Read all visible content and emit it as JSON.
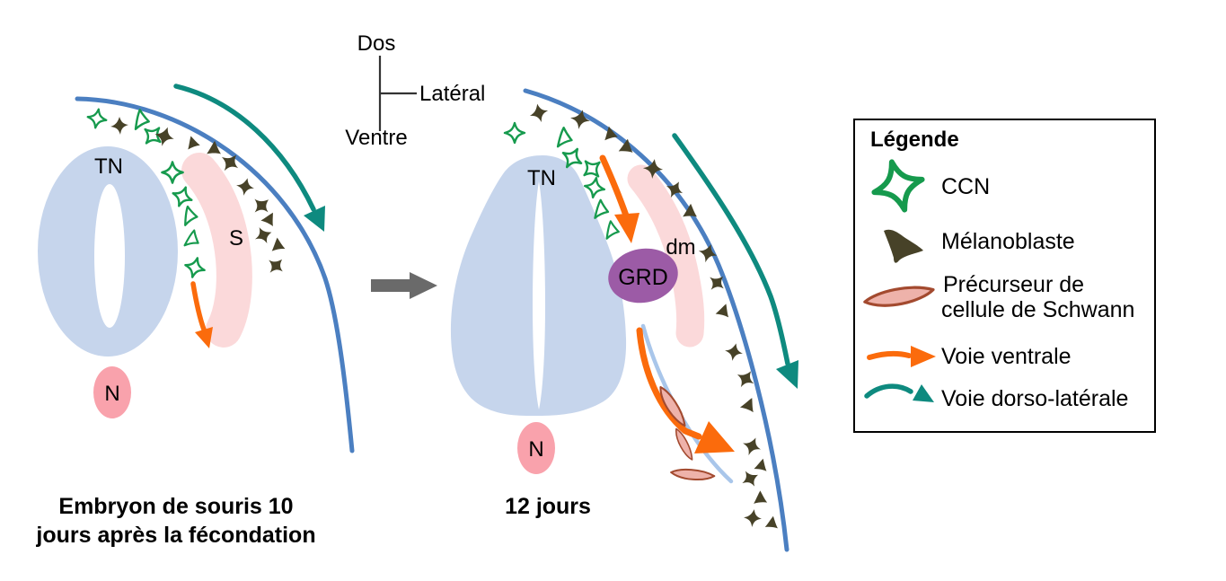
{
  "colors": {
    "neural-tube": "#c6d5ec",
    "lumen": "#ffffff",
    "somite": "#fbd9da",
    "notochord": "#f9a2ac",
    "drg": "#9c5ba6",
    "epidermis-line": "#4b7fc1",
    "nerve-line": "#a9c6ea",
    "dorsolateral-teal": "#0e8a7f",
    "ventral-orange": "#fb6b0c",
    "ccn-green": "#169a4d",
    "melanoblast-dark": "#474228",
    "schwann-fill": "#eeb2aa",
    "schwann-stroke": "#a34a2f",
    "transition-gray": "#6a6a6a",
    "legend-bg": "#ffffff",
    "legend-border": "#000000",
    "text": "#000000"
  },
  "compass": {
    "top": "Dos",
    "right": "Latéral",
    "bottom": "Ventre"
  },
  "left_embryo": {
    "caption_line1": "Embryon de souris 10",
    "caption_line2": "jours après la fécondation",
    "labels": {
      "neural_tube": "TN",
      "somite": "S",
      "notochord": "N"
    }
  },
  "right_embryo": {
    "caption": "12 jours",
    "labels": {
      "neural_tube": "TN",
      "drg": "GRD",
      "dermomyotome": "dm",
      "notochord": "N"
    }
  },
  "legend": {
    "title": "Légende",
    "items": [
      {
        "icon": "ccn-icon",
        "label": "CCN"
      },
      {
        "icon": "melanoblast-icon",
        "label": "Mélanoblaste"
      },
      {
        "icon": "schwann-icon",
        "label": "Précurseur de",
        "label2": "cellule de Schwann"
      },
      {
        "icon": "ventral-arrow-icon",
        "label": "Voie ventrale"
      },
      {
        "icon": "dorsolateral-arrow-icon",
        "label": "Voie dorso-latérale"
      }
    ]
  },
  "cells": {
    "left_ccn": [
      [
        108,
        132,
        10,
        0.95,
        1
      ],
      [
        157,
        133,
        15,
        1.0,
        2
      ],
      [
        170,
        151,
        40,
        1.0,
        1
      ],
      [
        192,
        192,
        0,
        1.05,
        1
      ],
      [
        203,
        219,
        20,
        1.0,
        1
      ],
      [
        211,
        240,
        10,
        0.95,
        2
      ],
      [
        214,
        266,
        35,
        0.9,
        2
      ],
      [
        217,
        298,
        15,
        1.0,
        1
      ]
    ],
    "left_melanoblasts": [
      [
        133,
        140,
        0,
        1.0,
        1
      ],
      [
        183,
        152,
        20,
        1.1,
        1
      ],
      [
        216,
        159,
        15,
        0.9,
        2
      ],
      [
        240,
        166,
        35,
        1.0,
        2
      ],
      [
        256,
        181,
        40,
        1.1,
        1
      ],
      [
        273,
        208,
        15,
        1.0,
        1
      ],
      [
        291,
        229,
        50,
        1.05,
        1
      ],
      [
        301,
        245,
        60,
        0.95,
        2
      ],
      [
        293,
        262,
        70,
        1.0,
        1
      ],
      [
        311,
        273,
        25,
        0.95,
        2
      ],
      [
        307,
        296,
        45,
        1.0,
        1
      ]
    ],
    "right_ccn": [
      [
        573,
        148,
        0,
        1.0,
        1
      ],
      [
        628,
        153,
        20,
        1.0,
        2
      ],
      [
        637,
        176,
        30,
        1.05,
        1
      ],
      [
        659,
        188,
        50,
        1.0,
        1
      ],
      [
        662,
        209,
        10,
        1.0,
        1
      ],
      [
        669,
        233,
        20,
        0.95,
        2
      ],
      [
        681,
        256,
        15,
        0.9,
        2
      ]
    ],
    "right_melanoblasts": [
      [
        600,
        126,
        -10,
        1.05,
        1
      ],
      [
        646,
        133,
        15,
        1.1,
        1
      ],
      [
        681,
        149,
        20,
        0.95,
        2
      ],
      [
        699,
        164,
        40,
        1.0,
        2
      ],
      [
        727,
        188,
        10,
        1.1,
        1
      ],
      [
        751,
        211,
        30,
        1.0,
        1
      ],
      [
        770,
        236,
        35,
        1.0,
        2
      ],
      [
        788,
        282,
        20,
        1.05,
        1
      ],
      [
        798,
        315,
        45,
        1.0,
        1
      ],
      [
        807,
        347,
        50,
        0.95,
        2
      ],
      [
        817,
        392,
        15,
        1.0,
        1
      ],
      [
        830,
        422,
        35,
        1.05,
        1
      ],
      [
        835,
        452,
        55,
        1.0,
        2
      ],
      [
        837,
        497,
        25,
        1.05,
        1
      ],
      [
        849,
        519,
        45,
        0.9,
        2
      ],
      [
        835,
        533,
        65,
        1.0,
        1
      ],
      [
        848,
        555,
        30,
        0.95,
        2
      ],
      [
        838,
        577,
        10,
        1.0,
        1
      ],
      [
        861,
        583,
        40,
        0.9,
        2
      ]
    ],
    "schwann_cells": [
      [
        748,
        453,
        65,
        1.05
      ],
      [
        761,
        495,
        70,
        0.8
      ],
      [
        771,
        529,
        12,
        1.0
      ]
    ]
  }
}
